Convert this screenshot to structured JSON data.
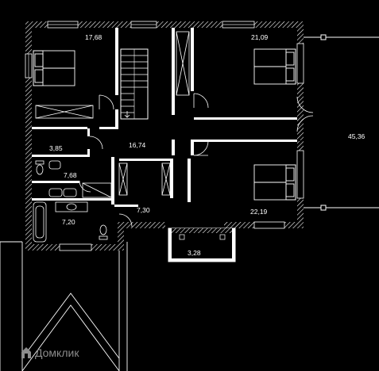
{
  "rooms": {
    "bedroom_nw": "17,68",
    "bedroom_ne": "21,09",
    "terrace": "45,36",
    "closet": "3,85",
    "hall": "16,74",
    "bathroom_upper": "7,68",
    "bedroom_se": "22,19",
    "corridor": "7,30",
    "bathroom_lower": "7,20",
    "balcony": "3,28"
  },
  "watermark": {
    "brand": "Домклик",
    "icon": "domclick-logo-icon"
  },
  "colors": {
    "background": "#000000",
    "walls": "#ffffff",
    "watermark": "#8c8c8c"
  }
}
